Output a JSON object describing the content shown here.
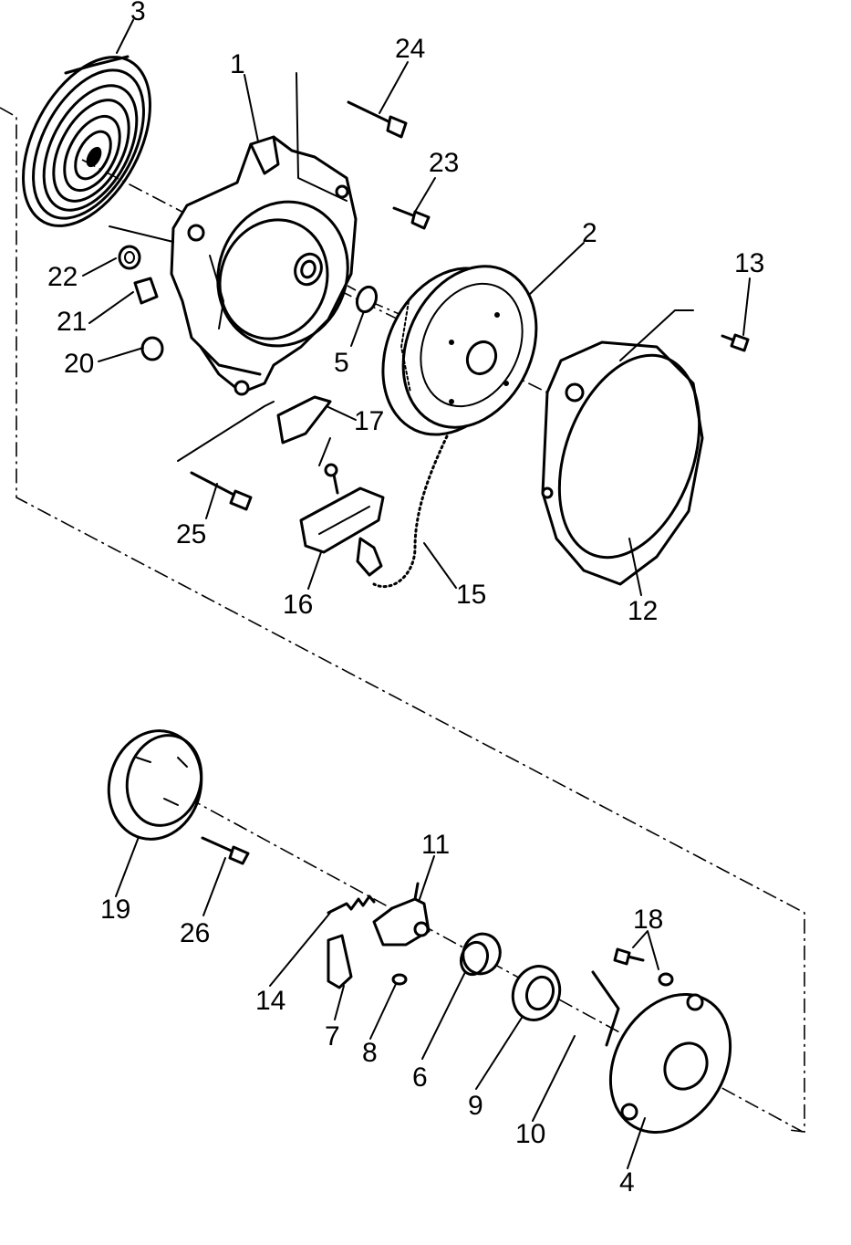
{
  "diagram": {
    "parts": [
      {
        "key": "p1",
        "number": "1"
      },
      {
        "key": "p2",
        "number": "2"
      },
      {
        "key": "p3",
        "number": "3"
      },
      {
        "key": "p4",
        "number": "4"
      },
      {
        "key": "p5",
        "number": "5"
      },
      {
        "key": "p6",
        "number": "6"
      },
      {
        "key": "p7",
        "number": "7"
      },
      {
        "key": "p8",
        "number": "8"
      },
      {
        "key": "p9",
        "number": "9"
      },
      {
        "key": "p10",
        "number": "10"
      },
      {
        "key": "p11",
        "number": "11"
      },
      {
        "key": "p12",
        "number": "12"
      },
      {
        "key": "p13",
        "number": "13"
      },
      {
        "key": "p14",
        "number": "14"
      },
      {
        "key": "p15",
        "number": "15"
      },
      {
        "key": "p16",
        "number": "16"
      },
      {
        "key": "p17",
        "number": "17"
      },
      {
        "key": "p18",
        "number": "18"
      },
      {
        "key": "p19",
        "number": "19"
      },
      {
        "key": "p20",
        "number": "20"
      },
      {
        "key": "p21",
        "number": "21"
      },
      {
        "key": "p22",
        "number": "22"
      },
      {
        "key": "p23",
        "number": "23"
      },
      {
        "key": "p24",
        "number": "24"
      },
      {
        "key": "p25",
        "number": "25"
      },
      {
        "key": "p26",
        "number": "26"
      }
    ]
  }
}
